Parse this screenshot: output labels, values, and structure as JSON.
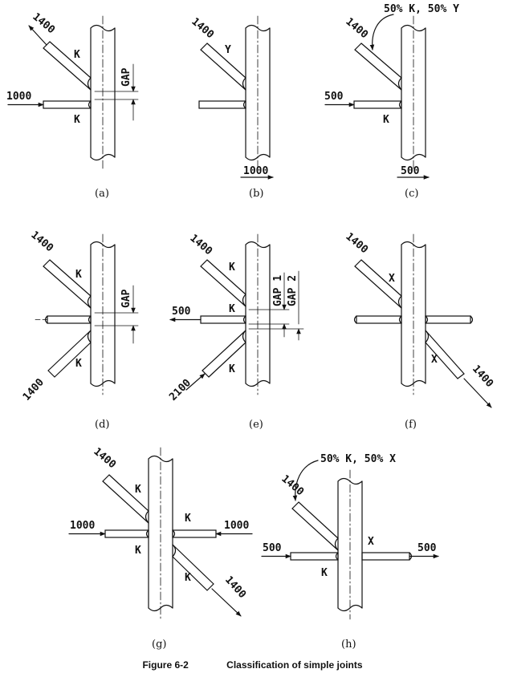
{
  "figure": {
    "number": "Figure 6-2",
    "title": "Classification of simple joints"
  },
  "panels": [
    {
      "id": "a",
      "caption": "(a)",
      "labels": [
        "1400",
        "K",
        "1000",
        "K",
        "GAP"
      ]
    },
    {
      "id": "b",
      "caption": "(b)",
      "labels": [
        "1400",
        "Y",
        "1000"
      ]
    },
    {
      "id": "c",
      "caption": "(c)",
      "labels": [
        "50% K, 50% Y",
        "1400",
        "500",
        "K",
        "500"
      ]
    },
    {
      "id": "d",
      "caption": "(d)",
      "labels": [
        "1400",
        "K",
        "GAP",
        "1400",
        "K"
      ]
    },
    {
      "id": "e",
      "caption": "(e)",
      "labels": [
        "1400",
        "K",
        "500",
        "K",
        "GAP 1",
        "GAP 2",
        "2100",
        "K"
      ]
    },
    {
      "id": "f",
      "caption": "(f)",
      "labels": [
        "1400",
        "X",
        "X",
        "1400"
      ]
    },
    {
      "id": "g",
      "caption": "(g)",
      "labels": [
        "1400",
        "K",
        "1000",
        "K",
        "1000",
        "K",
        "K",
        "1400"
      ]
    },
    {
      "id": "h",
      "caption": "(h)",
      "labels": [
        "50% K, 50% X",
        "1400",
        "500",
        "K",
        "X",
        "500"
      ]
    }
  ]
}
